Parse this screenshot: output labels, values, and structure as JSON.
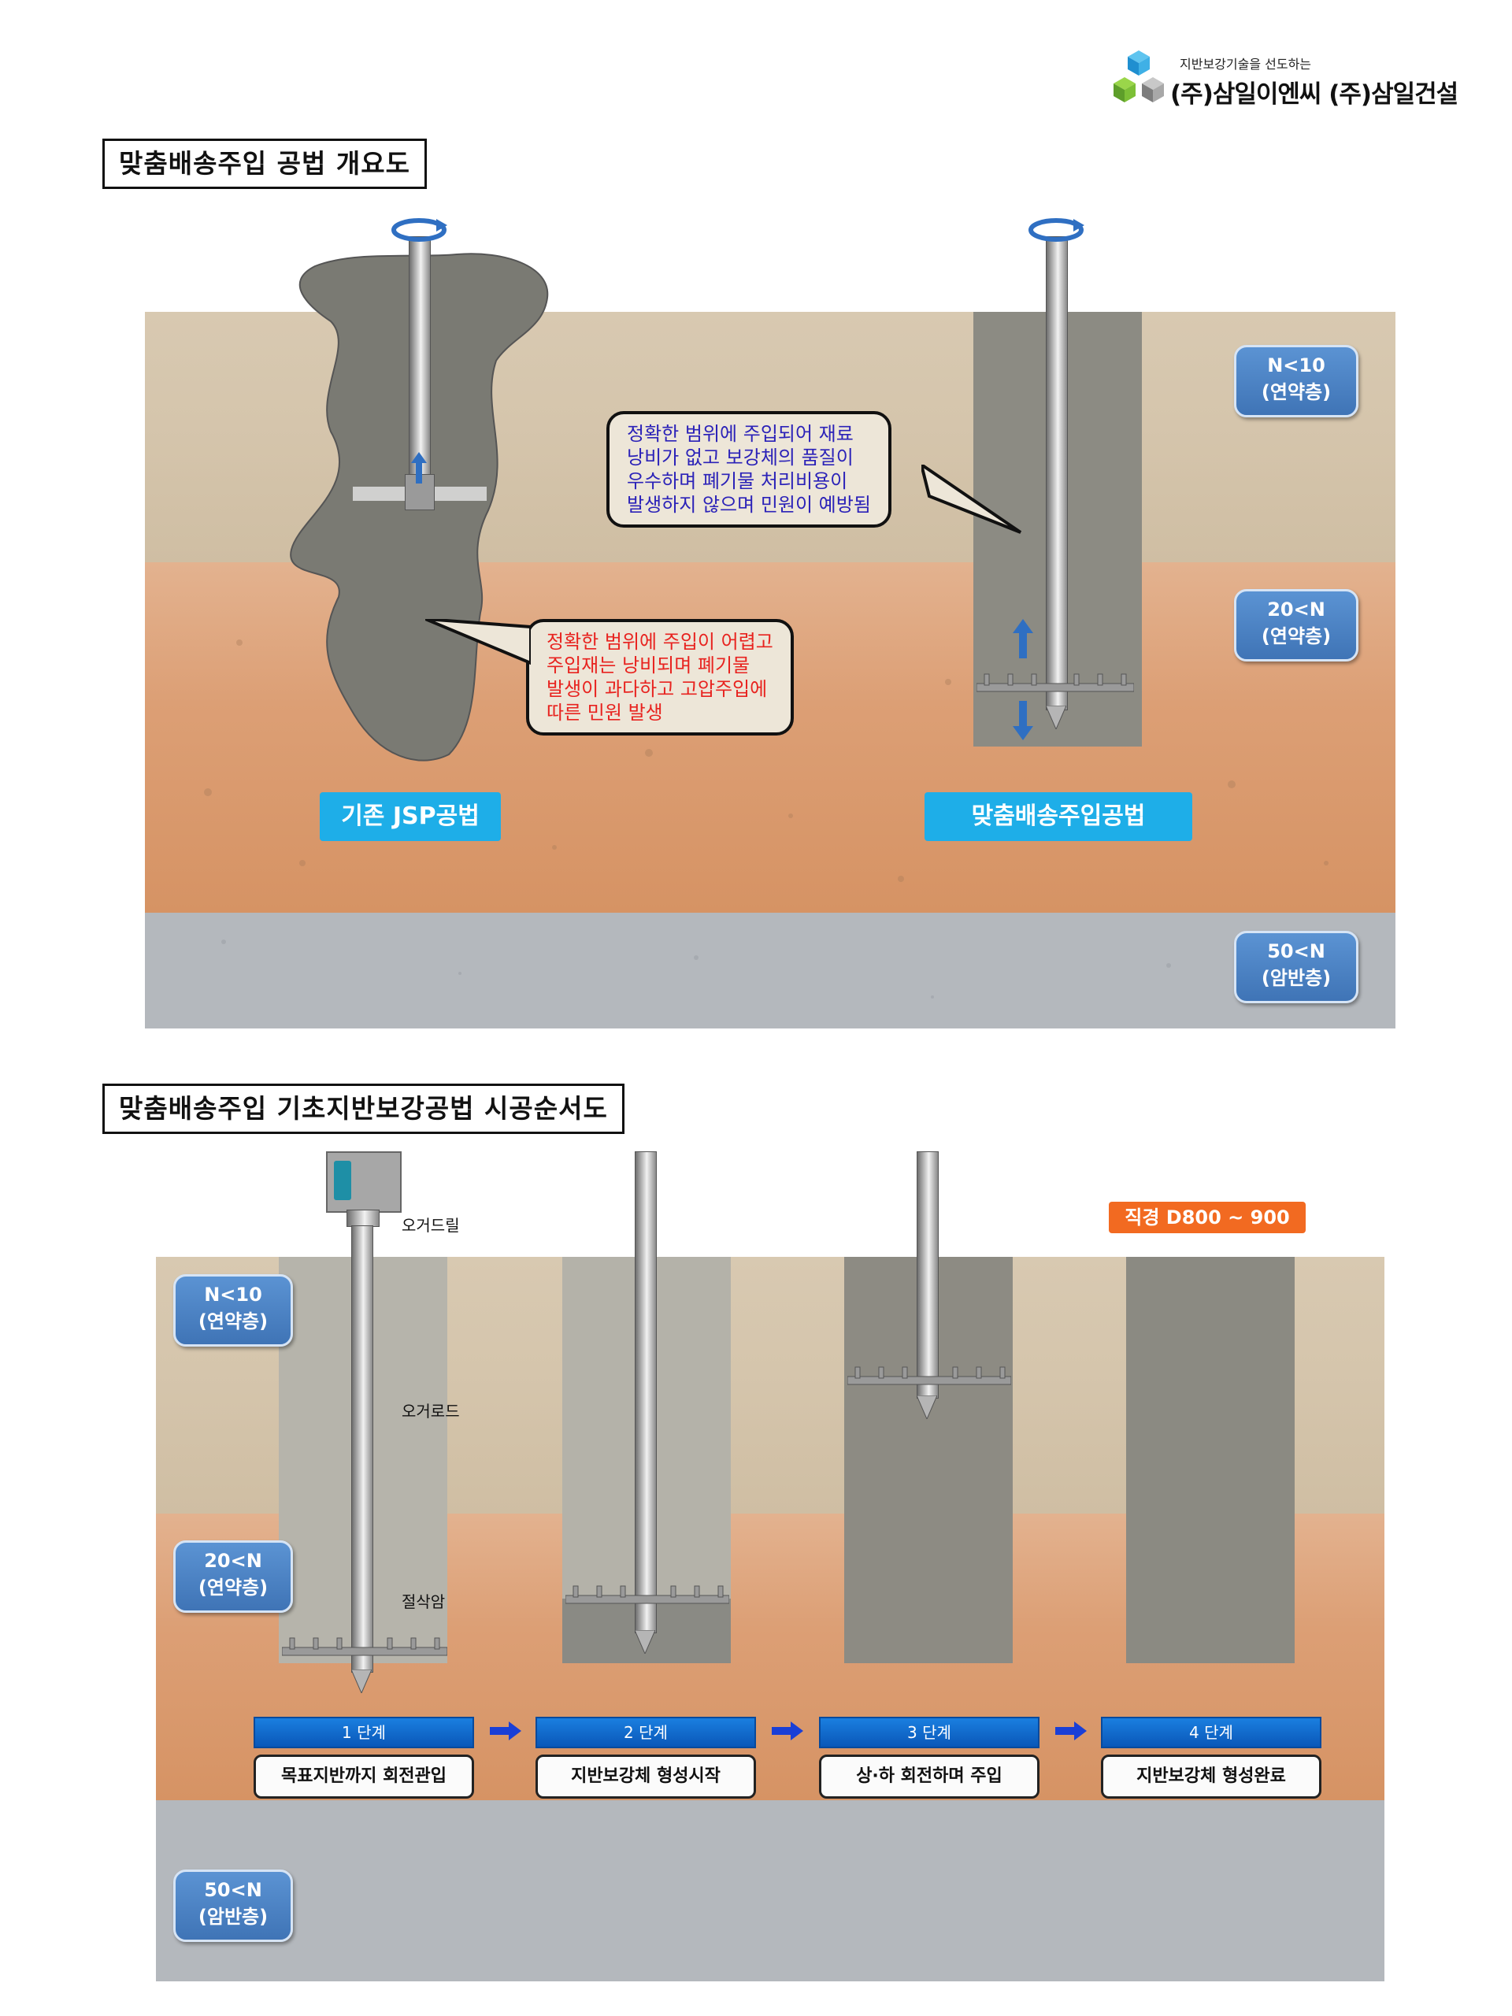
{
  "header": {
    "company_tagline": "지반보강기술을 선도하는",
    "company_name": "(주)삼일이엔씨 (주)삼일건설"
  },
  "overview": {
    "title": "맞춤배송주입 공법 개요도",
    "layer_badges": [
      {
        "line1": "N<10",
        "line2": "(연약층)"
      },
      {
        "line1": "20<N",
        "line2": "(연약층)"
      },
      {
        "line1": "50<N",
        "line2": "(암반층)"
      }
    ],
    "callout_new": "정확한 범위에 주입되어 재료\n낭비가 없고 보강체의 품질이\n우수하며 폐기물 처리비용이\n발생하지 않으며 민원이 예방됨",
    "callout_jsp": "정확한 범위에 주입이 어렵고\n주입재는 낭비되며 폐기물\n발생이 과다하고 고압주입에\n따른 민원 발생",
    "label_jsp": "기존 JSP공법",
    "label_new": "맞춤배송주입공법",
    "colors": {
      "callout_new_text": "#2b22b8",
      "callout_jsp_text": "#e8231f",
      "label_bg": "#1eaee8"
    }
  },
  "sequence": {
    "title": "맞춤배송주입 기초지반보강공법 시공순서도",
    "diameter_label": "직경 D800 ~ 900",
    "annotations": {
      "drill": "오거드릴",
      "rod": "오거로드",
      "bit": "절삭암"
    },
    "layer_badges": [
      {
        "line1": "N<10",
        "line2": "(연약층)"
      },
      {
        "line1": "20<N",
        "line2": "(연약층)"
      },
      {
        "line1": "50<N",
        "line2": "(암반층)"
      }
    ],
    "steps": [
      {
        "label": "1 단계",
        "desc": "목표지반까지 회전관입"
      },
      {
        "label": "2 단계",
        "desc": "지반보강체 형성시작"
      },
      {
        "label": "3 단계",
        "desc": "상·하 회전하며 주입"
      },
      {
        "label": "4 단계",
        "desc": "지반보강체 형성완료"
      }
    ]
  }
}
